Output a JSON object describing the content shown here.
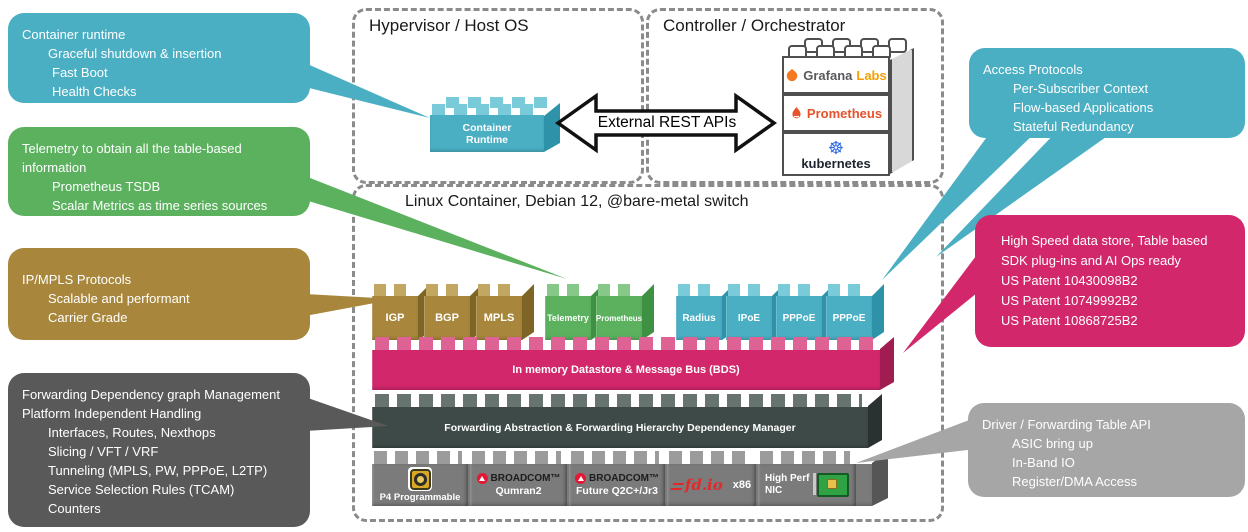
{
  "colors": {
    "cyan": "#4BAFC4",
    "green": "#5BB15E",
    "brown": "#A8873C",
    "dark_gray": "#595959",
    "pink": "#D2276B",
    "light_gray": "#A6A6A6",
    "slate": "#3E4A47",
    "hardware_gray": "#7B7B7B"
  },
  "callouts": {
    "container_runtime": {
      "title": "Container runtime",
      "items": [
        "Graceful shutdown & insertion",
        "Fast Boot",
        "Health Checks"
      ]
    },
    "telemetry": {
      "title": "Telemetry to obtain all the table-based information",
      "items": [
        "Prometheus TSDB",
        "Scalar Metrics as time series sources"
      ]
    },
    "ip_mpls": {
      "title": "IP/MPLS Protocols",
      "items": [
        "Scalable and performant",
        "Carrier Grade"
      ]
    },
    "forwarding": {
      "title": "Forwarding Dependency graph Management",
      "subtitle": "Platform Independent Handling",
      "items": [
        "Interfaces, Routes, Nexthops",
        "Slicing / VFT /  VRF",
        "Tunneling (MPLS, PW, PPPoE, L2TP)",
        "Service Selection Rules  (TCAM)",
        "Counters"
      ]
    },
    "access": {
      "title": "Access Protocols",
      "items": [
        "Per-Subscriber Context",
        "Flow-based Applications",
        "Stateful Redundancy"
      ]
    },
    "datastore": {
      "lines": [
        "High Speed data store, Table based",
        "SDK plug-ins and AI Ops ready",
        "US Patent 10430098B2",
        "US Patent 10749992B2",
        "US Patent 10868725B2"
      ]
    },
    "driver": {
      "title": "Driver / Forwarding Table API",
      "items": [
        "ASIC bring up",
        "In-Band IO",
        "Register/DMA Access"
      ]
    }
  },
  "regions": {
    "hypervisor": "Hypervisor / Host OS",
    "controller": "Controller / Orchestrator",
    "linux": "Linux Container, Debian 12, @bare-metal switch"
  },
  "arrow_label": "External REST APIs",
  "container_brick": "Container Runtime",
  "orchestrator": {
    "grafana": "Grafana",
    "grafana_suffix": "Labs",
    "prometheus": "Prometheus",
    "kubernetes": "kubernetes",
    "kubernetes_icon": "☸"
  },
  "apps": [
    {
      "label": "IGP"
    },
    {
      "label": "BGP"
    },
    {
      "label": "MPLS"
    },
    {
      "label": "Telemetry"
    },
    {
      "label": "Prometheus"
    },
    {
      "label": "Radius"
    },
    {
      "label": "IPoE"
    },
    {
      "label": "PPPoE"
    },
    {
      "label": "PPPoE"
    }
  ],
  "bds": "In memory Datastore & Message Bus (BDS)",
  "fwd": "Forwarding Abstraction & Forwarding Hierarchy Dependency Manager",
  "hardware": [
    {
      "label": "P4 Programmable"
    },
    {
      "brand": "BROADCOM™",
      "label": "Qumran2"
    },
    {
      "brand": "BROADCOM™",
      "label": "Future Q2C+/Jr3"
    },
    {
      "logo": "fd.io",
      "label": "x86"
    },
    {
      "label": "High Perf NIC"
    }
  ]
}
